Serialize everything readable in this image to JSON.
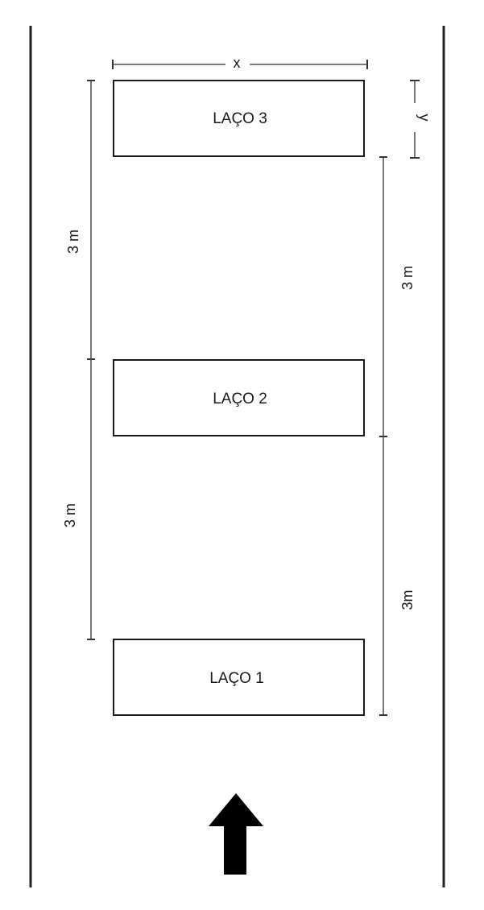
{
  "loops": [
    {
      "label": "LAÇO 3"
    },
    {
      "label": "LAÇO 2"
    },
    {
      "label": "LAÇO 1"
    }
  ],
  "dimensions": {
    "width_label": "x",
    "height_label": "y",
    "left_top_label": "3 m",
    "left_bottom_label": "3 m",
    "right_top_label": "3 m",
    "right_bottom_label": "3m"
  },
  "colors": {
    "line": "#222222",
    "box_border": "#1a1a1a",
    "shadow": "#9a9a9a",
    "arrow": "#000000"
  },
  "icons": {
    "direction": "arrow-up-icon"
  }
}
